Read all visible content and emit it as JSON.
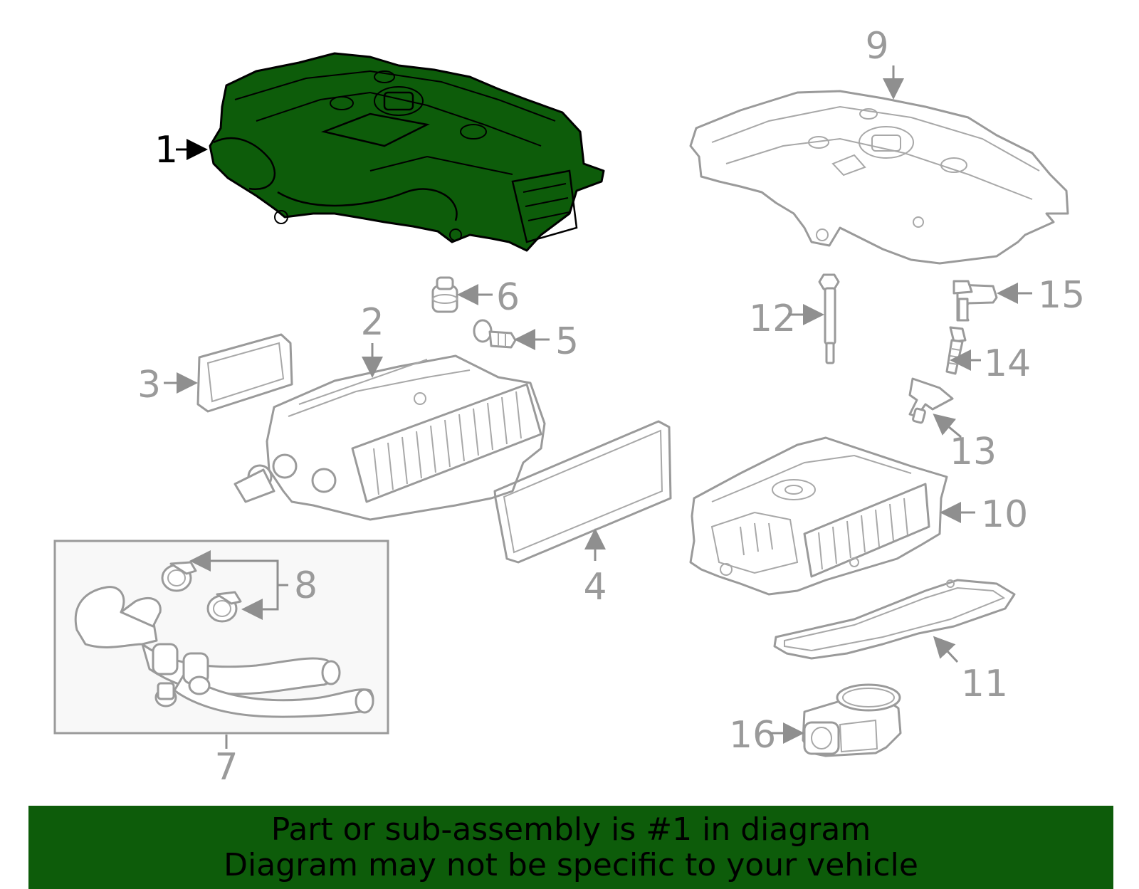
{
  "colors": {
    "highlight": "#0d5c0a",
    "part_stroke": "#9a9a9a",
    "banner_background": "#0d5c0a",
    "banner_text": "#000000"
  },
  "callouts": {
    "c1": "1",
    "c2": "2",
    "c3": "3",
    "c4": "4",
    "c5": "5",
    "c6": "6",
    "c7": "7",
    "c8": "8",
    "c9": "9",
    "c10": "10",
    "c11": "11",
    "c12": "12",
    "c13": "13",
    "c14": "14",
    "c15": "15",
    "c16": "16"
  },
  "banner": {
    "line1": "Part or sub-assembly is #1 in diagram",
    "line2": "Diagram may not be specific to your vehicle"
  }
}
